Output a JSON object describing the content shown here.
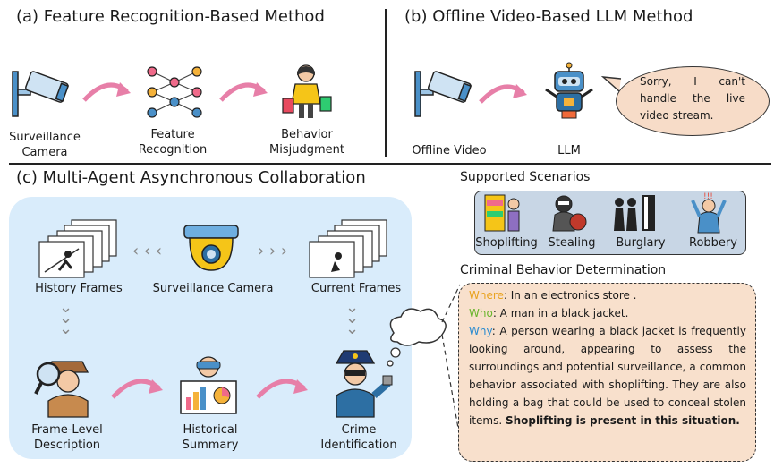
{
  "sections": {
    "a_title": "(a) Feature Recognition-Based Method",
    "b_title": "(b) Offline Video-Based LLM Method",
    "c_title": "(c) Multi-Agent Asynchronous Collaboration"
  },
  "section_a": {
    "camera_label_1": "Surveillance",
    "camera_label_2": "Camera",
    "recognition_label_1": "Feature",
    "recognition_label_2": "Recognition",
    "behavior_label_1": "Behavior",
    "behavior_label_2": "Misjudgment"
  },
  "section_b": {
    "video_label": "Offline Video",
    "llm_label": "LLM",
    "bubble_text": "Sorry, I can't handle the live video stream."
  },
  "section_c": {
    "history_label": "History Frames",
    "camera_label": "Surveillance Camera",
    "current_label": "Current Frames",
    "frame_level_1": "Frame-Level",
    "frame_level_2": "Description",
    "historical_1": "Historical",
    "historical_2": "Summary",
    "crime_1": "Crime",
    "crime_2": "Identification",
    "arrows_left": "‹ ‹ ‹",
    "arrows_right": "› › ›",
    "arrow_down": "⌄"
  },
  "scenarios": {
    "title": "Supported Scenarios",
    "items": [
      "Shoplifting",
      "Stealing",
      "Burglary",
      "Robbery"
    ]
  },
  "criminal": {
    "title": "Criminal Behavior Determination",
    "where_label": "Where",
    "where_text": ": In an electronics store .",
    "who_label": "Who",
    "who_text": ": A man in a black jacket.",
    "why_label": "Why",
    "why_text": ": A person wearing a black jacket is frequently looking around, appearing to assess the surroundings and potential surveillance, a common behavior associated with shoplifting. They are also holding a bag that could be used to conceal stolen items. ",
    "conclusion": "Shoplifting is present in this situation."
  },
  "colors": {
    "arrow_pink": "#e77fa8",
    "panel_blue": "#d9ecfb",
    "bubble_peach": "#f7dcc8",
    "where": "#e9a320",
    "who": "#69b52c",
    "why": "#2a8bd0"
  }
}
